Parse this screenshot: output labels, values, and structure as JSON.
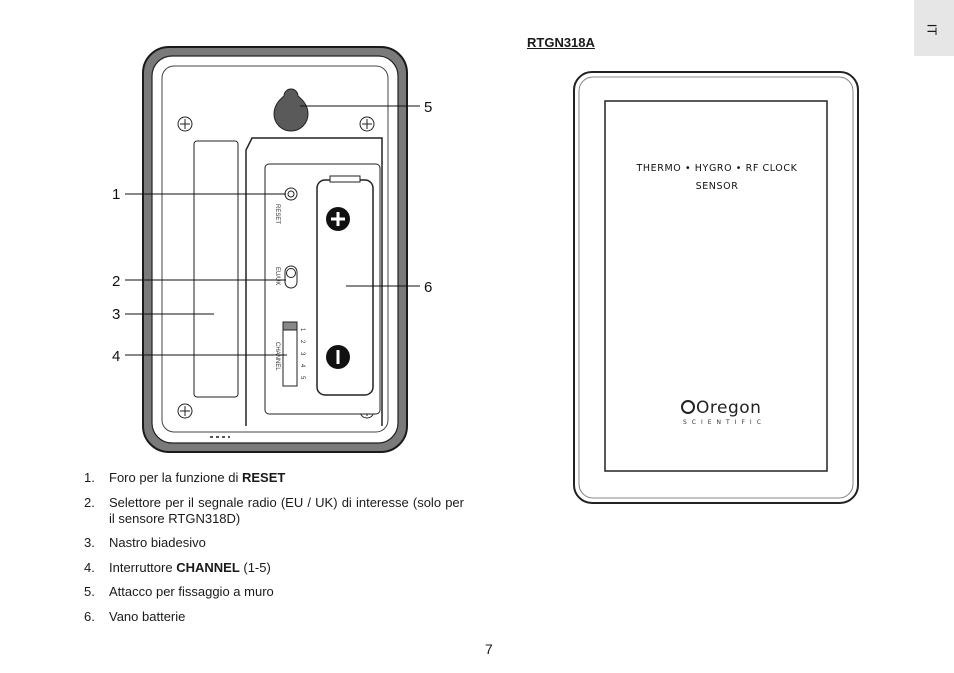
{
  "language_tab": "IT",
  "right_title": "RTGN318A",
  "figure_left": {
    "callouts": [
      "1",
      "2",
      "3",
      "4",
      "5",
      "6"
    ],
    "switch_labels": {
      "reset": "RESET",
      "eu_uk": "EU/UK",
      "channel": "CHANNEL",
      "channel_numbers": [
        "5",
        "4",
        "3",
        "2",
        "1"
      ]
    }
  },
  "figure_right": {
    "label_line1": "THERMO • HYGRO • RF CLOCK",
    "label_line2": "SENSOR",
    "brand": "Oregon",
    "brand_sub": "SCIENTIFIC"
  },
  "legend": [
    {
      "num": "1.",
      "text": "Foro per la funzione di ",
      "bold": "RESET",
      "after": ""
    },
    {
      "num": "2.",
      "text": "Selettore per il segnale radio (EU / UK) di interesse (solo per il sensore RTGN318D)",
      "bold": "",
      "after": ""
    },
    {
      "num": "3.",
      "text": "Nastro biadesivo",
      "bold": "",
      "after": ""
    },
    {
      "num": "4.",
      "text": "Interruttore ",
      "bold": "CHANNEL",
      "after": " (1-5)"
    },
    {
      "num": "5.",
      "text": "Attacco per fissaggio a muro",
      "bold": "",
      "after": ""
    },
    {
      "num": "6.",
      "text": "Vano batterie",
      "bold": "",
      "after": ""
    }
  ],
  "page_number": "7"
}
